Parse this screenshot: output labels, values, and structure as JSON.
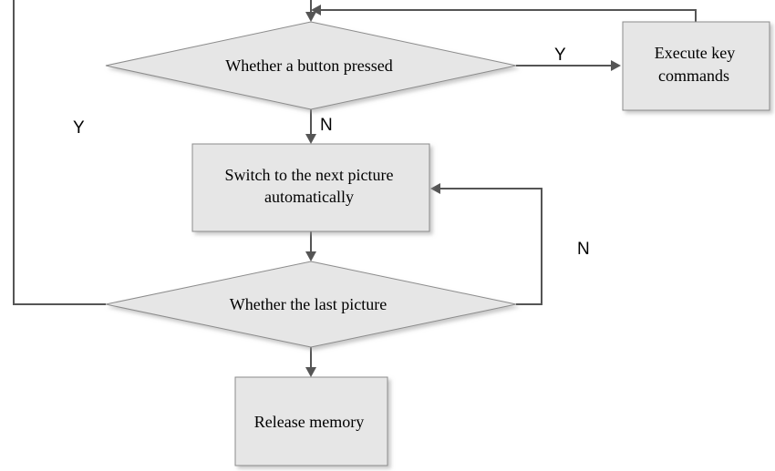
{
  "diagram": {
    "nodes": {
      "button_check": "Whether a button pressed",
      "execute_keys": [
        "Execute key",
        "commands"
      ],
      "switch_picture": [
        "Switch to the next picture",
        "automatically"
      ],
      "last_picture_check": "Whether the last picture",
      "release_memory": "Release memory"
    },
    "edge_labels": {
      "button_yes": "Y",
      "button_no": "N",
      "last_yes": "Y",
      "last_no": "N"
    }
  }
}
